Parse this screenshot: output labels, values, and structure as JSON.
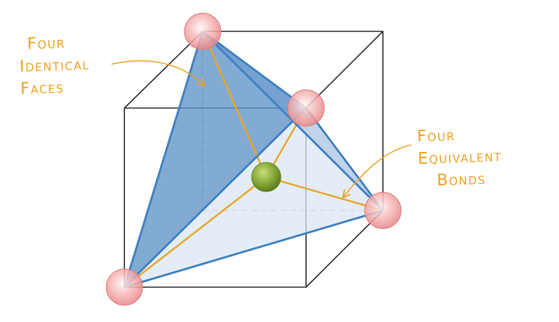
{
  "annotations": {
    "faces": {
      "lines": [
        "Four",
        "Identical",
        "Faces"
      ]
    },
    "bonds": {
      "lines": [
        "Four",
        "Equivalent",
        "Bonds"
      ]
    }
  },
  "colors": {
    "cube_edge": "#222222",
    "hidden_edge": "#b5b5b5",
    "tetra_edge": "#3f80c0",
    "face_dark": "#5a8fc6",
    "face_light": "#d8e6f4",
    "bond": "#e9a52a",
    "annotation": "#f0a020",
    "outer_atom": "#f2a7a7",
    "center_atom": "#8aab3a"
  },
  "atoms": {
    "outer_count": 4,
    "center_count": 1
  }
}
